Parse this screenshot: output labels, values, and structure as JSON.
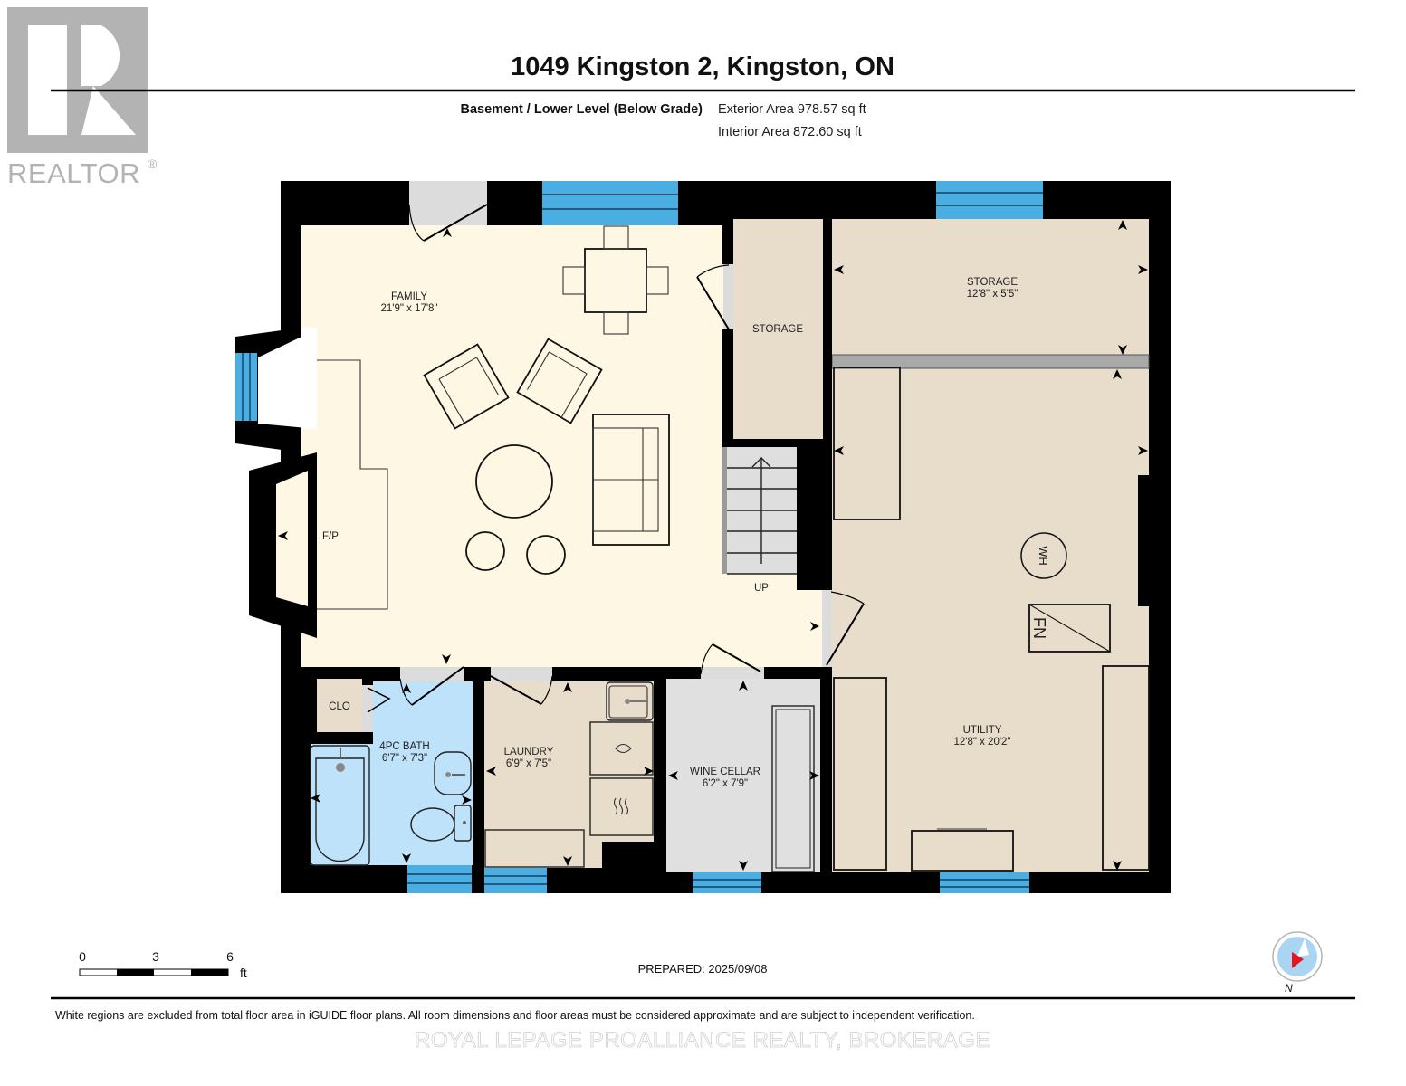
{
  "header": {
    "title": "1049 Kingston 2, Kingston, ON",
    "level_label": "Basement / Lower Level (Below Grade)",
    "exterior_area": "Exterior Area 978.57 sq ft",
    "interior_area": "Interior Area 872.60 sq ft"
  },
  "logo": {
    "text": "REALTOR",
    "registered_mark": "®",
    "color": "#b3b3b3"
  },
  "colors": {
    "family_floor": "#fdf7e3",
    "utility_floor": "#e8dccb",
    "bath_floor": "#bfe2fb",
    "cellar_floor": "#e0e0e0",
    "window": "#4aaee3",
    "wall": "#000000",
    "compass_red": "#e8141b",
    "compass_blue": "#a9d5f3"
  },
  "rooms": {
    "family": {
      "name": "FAMILY",
      "dims": "21'9\" x 17'8\""
    },
    "storage_small": {
      "name": "STORAGE"
    },
    "storage_large": {
      "name": "STORAGE",
      "dims": "12'8\" x 5'5\""
    },
    "fireplace": {
      "name": "F/P"
    },
    "stairs": {
      "name": "UP"
    },
    "closet": {
      "name": "CLO"
    },
    "bath": {
      "name": "4PC BATH",
      "dims": "6'7\" x 7'3\""
    },
    "laundry": {
      "name": "LAUNDRY",
      "dims": "6'9\" x 7'5\""
    },
    "wine_cellar": {
      "name": "WINE CELLAR",
      "dims": "6'2\" x 7'9\""
    },
    "utility": {
      "name": "UTILITY",
      "dims": "12'8\" x 20'2\""
    },
    "water_heater": {
      "name": "WH"
    },
    "furnace": {
      "name": "FN"
    }
  },
  "scale_bar": {
    "ticks": [
      "0",
      "3",
      "6"
    ],
    "unit": "ft"
  },
  "prepared": "PREPARED: 2025/09/08",
  "compass": {
    "label": "N"
  },
  "footer": {
    "disclaimer": "White regions are excluded from total floor area in iGUIDE floor plans. All room dimensions and floor areas must be considered approximate and are subject to independent verification.",
    "brokerage": "ROYAL LEPAGE PROALLIANCE REALTY, BROKERAGE"
  }
}
